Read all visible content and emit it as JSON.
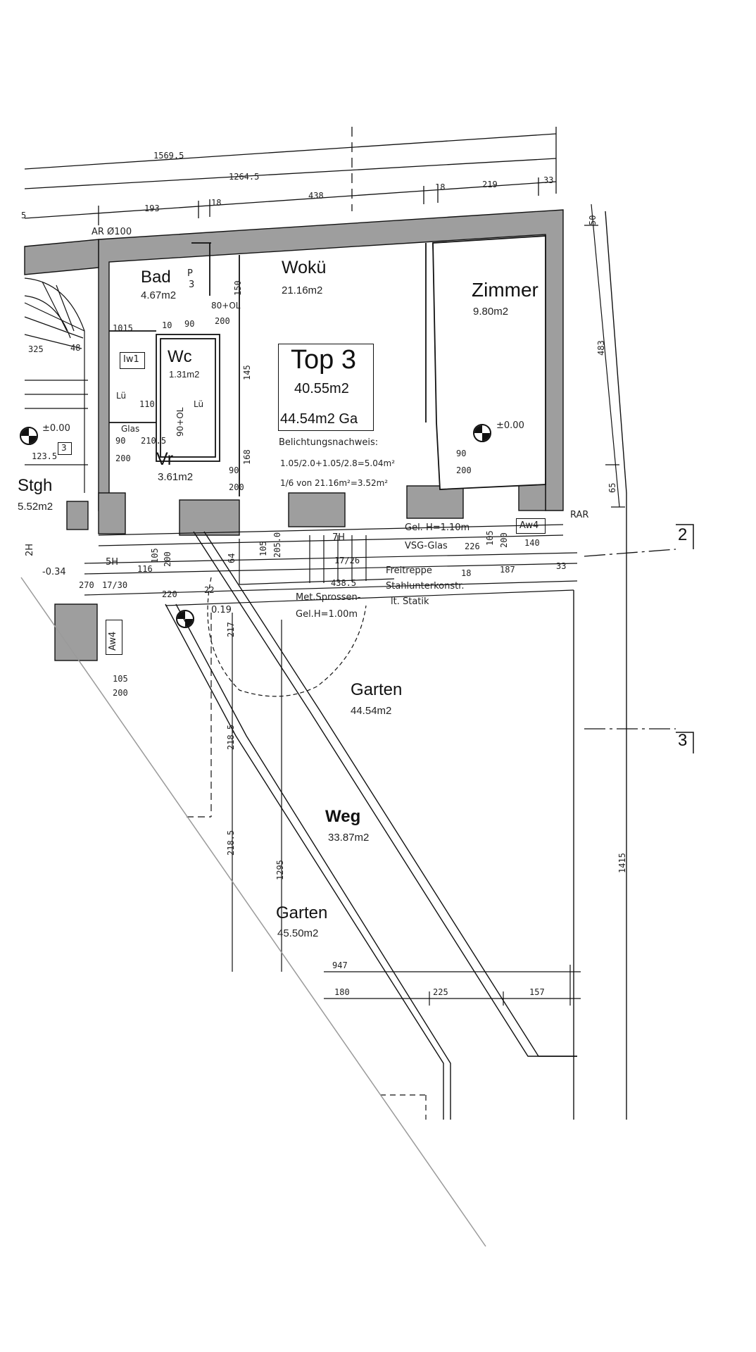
{
  "rooms": {
    "top_title": "Top 3",
    "top_area_1": "40.55m2",
    "top_area_2": "44.54m2 Ga",
    "woku_label": "Wokü",
    "woku_area": "21.16m2",
    "zimmer_label": "Zimmer",
    "zimmer_area": "9.80m2",
    "bad_label": "Bad",
    "bad_area": "4.67m2",
    "bad_p": "P",
    "bad_3": "3",
    "wc_label": "Wc",
    "wc_area": "1.31m2",
    "vr_label": "Vr",
    "vr_area": "3.61m2",
    "stgh_label": "Stgh",
    "stgh_area": "5.52m2",
    "garten1_label": "Garten",
    "garten1_area": "44.54m2",
    "weg_label": "Weg",
    "weg_area": "33.87m2",
    "garten2_label": "Garten",
    "garten2_area": "45.50m2"
  },
  "notes": {
    "belichtung_title": "Belichtungsnachweis:",
    "belichtung_line1": "1.05/2.0+1.05/2.8=5.04m²",
    "belichtung_line2": "1/6 von 21.16m²=3.52m²",
    "gel_110": "Gel. H=1.10m",
    "vsg": "VSG-Glas",
    "freitreppe": "Freitreppe",
    "stahl": "Stahlunterkonstr.",
    "statik": "lt. Statik",
    "met_sprossen": "Met.Sprossen-",
    "gel_100": "Gel.H=1.00m",
    "ar": "AR Ø100",
    "rar": "RAR",
    "aw4_right": "Aw4",
    "aw4_left": "Aw4",
    "iw1": "Iw1",
    "lu1": "Lü",
    "lu2": "Lü",
    "glas": "Glas",
    "level_left": "±0.00",
    "level_right": "±0.00",
    "level_minus": "-0.34",
    "level_019": "0.19",
    "tag_3": "3",
    "oc_80": "80+OL",
    "oc_90": "90+OL",
    "7h": "7H",
    "5h": "5H",
    "2h": "2H"
  },
  "axis_labels": {
    "axis_2": "2",
    "axis_3": "3"
  },
  "dimensions": {
    "d1569": "1569.5",
    "d1264": "1264.5",
    "d193": "193",
    "d18a": "18",
    "d438": "438",
    "d18b": "18",
    "d219": "219",
    "d33a": "33",
    "d5": "5",
    "d1015": "1015",
    "d325": "325",
    "d48": "48",
    "d10": "10",
    "d90a": "90",
    "d200a": "200",
    "d150": "150",
    "d145": "145",
    "d168": "168",
    "d90b": "90",
    "d200b": "200",
    "d90c": "90",
    "d200c": "200",
    "d110": "110",
    "d90d": "90",
    "d2105": "210.5",
    "d200d": "200",
    "d1235": "123.5",
    "d105a": "105",
    "d200e": "200",
    "d105b": "105",
    "d2050": "205.0",
    "d226": "226",
    "d140": "140",
    "d187": "187",
    "d33b": "33",
    "d18c": "18",
    "d220": "220",
    "d270": "270",
    "d1730": "17/30",
    "d1726": "17/26",
    "d105c": "105",
    "d200f": "200",
    "d64": "64",
    "d217": "217",
    "d2185a": "218.5",
    "d2185b": "218.5",
    "d1295": "1295",
    "d947": "947",
    "d180": "180",
    "d225": "225",
    "d157": "157",
    "d50": "50",
    "d483": "483",
    "d65": "65",
    "d1415": "1415",
    "d105d": "105",
    "d200g": "200",
    "d116": "116",
    "d4385": "438.5",
    "d22": "22"
  },
  "colors": {
    "ink": "#111111",
    "wall": "#9e9e9e",
    "paper": "#ffffff"
  }
}
